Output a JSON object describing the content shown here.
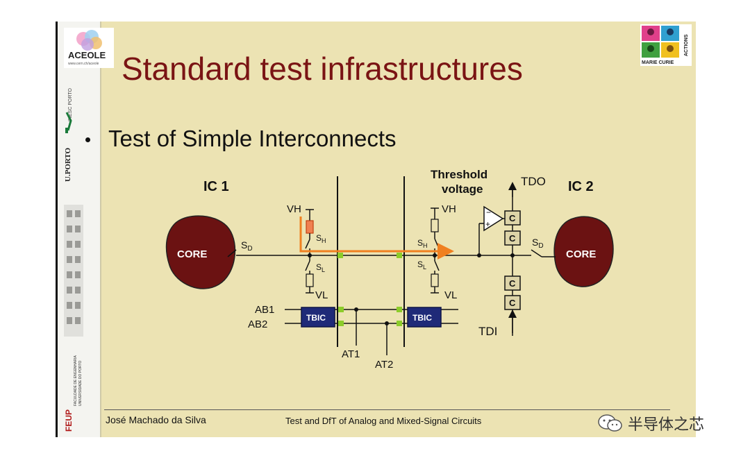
{
  "slide": {
    "title": "Standard test infrastructures",
    "subtitle": "Test of Simple Interconnects",
    "footer_author": "José Machado da Silva",
    "footer_course": "Test and DfT of Analog and Mixed-Signal Circuits"
  },
  "logos": {
    "aceole": "ACEOLE",
    "aceole_url": "www.cern.ch/aceole",
    "inesc": "INESC PORTO",
    "uporto": "U.PORTO",
    "feup": "FEUP",
    "feup_full": "FACULDADE DE ENGENHARIA UNIVERSIDADE DO PORTO",
    "marie_curie": "MARIE CURIE",
    "actions": "ACTIONS"
  },
  "diagram": {
    "ic1": "IC 1",
    "ic2": "IC 2",
    "core1": "CORE",
    "core2": "CORE",
    "sd1": "S",
    "sd1_sub": "D",
    "sd2": "S",
    "sd2_sub": "D",
    "vh1": "VH",
    "sh1": "S",
    "sh1_sub": "H",
    "sl1": "S",
    "sl1_sub": "L",
    "vl1": "VL",
    "vh2": "VH",
    "sh2": "S",
    "sh2_sub": "H",
    "sl2": "S",
    "sl2_sub": "L",
    "vl2": "VL",
    "threshold": "Threshold",
    "voltage": "voltage",
    "tdo": "TDO",
    "tdi": "TDI",
    "ab1": "AB1",
    "ab2": "AB2",
    "tbic1": "TBIC",
    "tbic2": "TBIC",
    "at1": "AT1",
    "at2": "AT2",
    "cell": "C",
    "comp_minus": "−",
    "comp_plus": "+"
  },
  "watermark": "半导体之芯",
  "colors": {
    "background": "#ece3b3",
    "title": "#7a1414",
    "core": "#6b1212",
    "highlight_path": "#f08020",
    "switch_points": "#8ccc2a",
    "tbic": "#1f2a78"
  }
}
